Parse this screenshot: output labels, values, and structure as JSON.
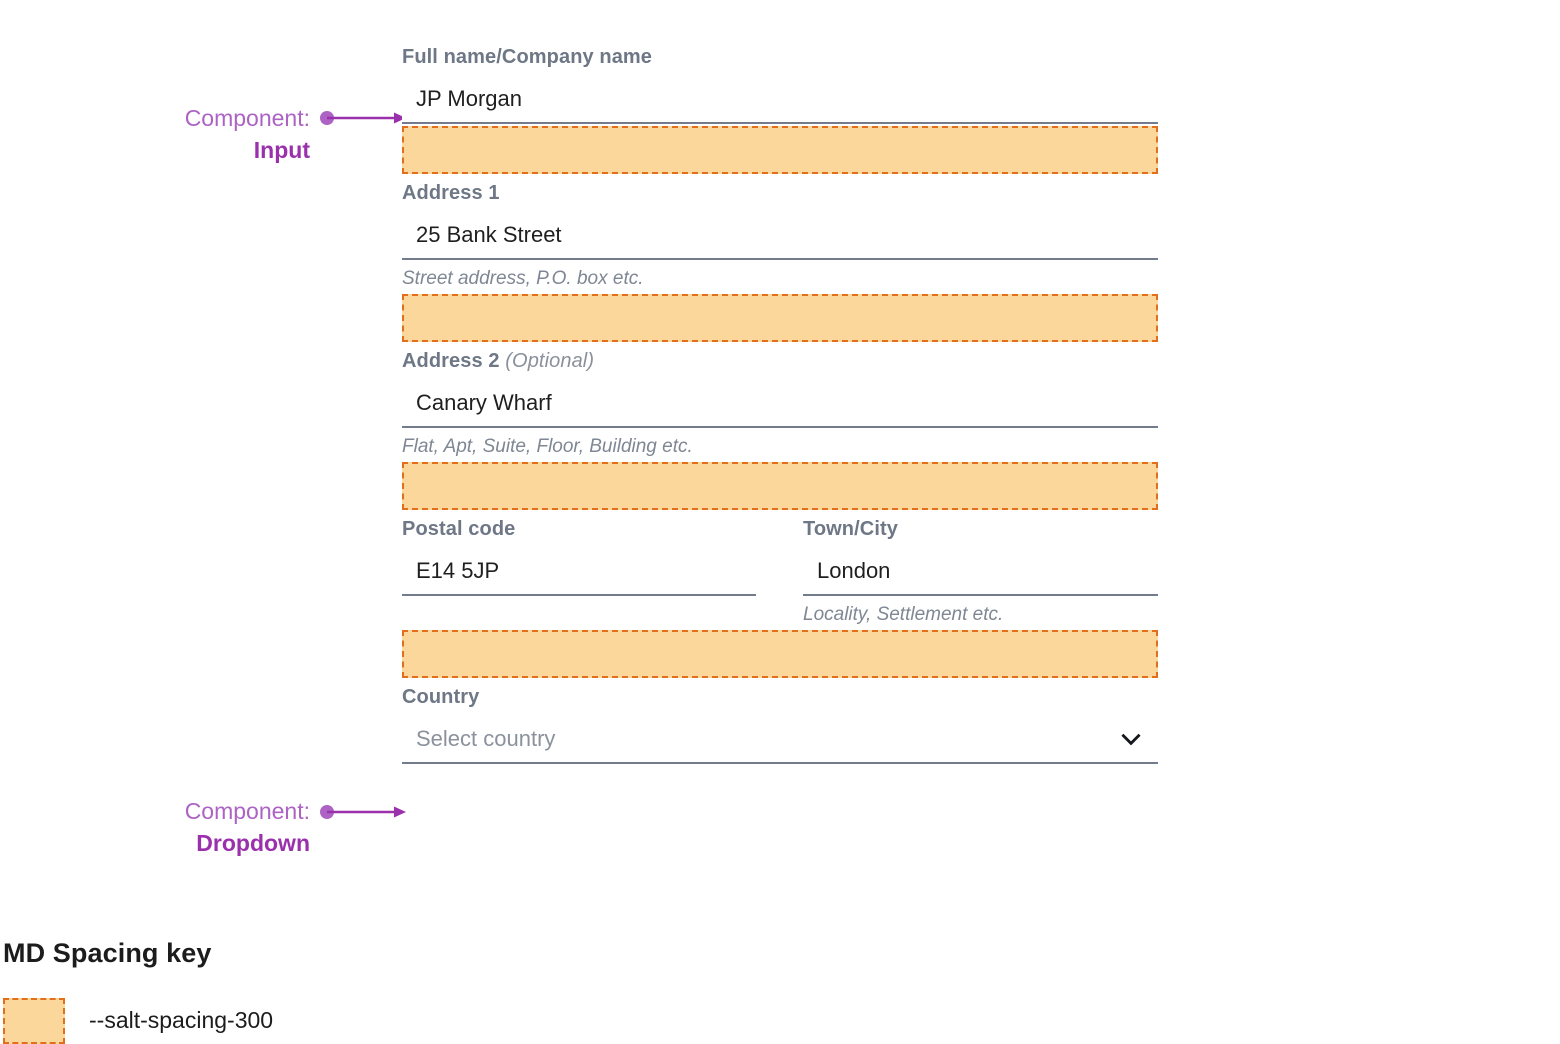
{
  "form": {
    "fields": [
      {
        "id": "full-name",
        "label": "Full name/Company name",
        "optional_suffix": "",
        "value": "JP Morgan",
        "helper": "",
        "type": "input"
      },
      {
        "id": "address-1",
        "label": "Address 1",
        "optional_suffix": "",
        "value": "25 Bank Street",
        "helper": "Street address, P.O. box etc.",
        "type": "input"
      },
      {
        "id": "address-2",
        "label": "Address 2",
        "optional_suffix": "(Optional)",
        "value": "Canary Wharf",
        "helper": "Flat, Apt, Suite, Floor, Building etc.",
        "type": "input"
      },
      {
        "id": "postal-code",
        "label": "Postal code",
        "optional_suffix": "",
        "value": "E14 5JP",
        "helper": "",
        "type": "input"
      },
      {
        "id": "town-city",
        "label": "Town/City",
        "optional_suffix": "",
        "value": "London",
        "helper": "Locality, Settlement etc.",
        "type": "input"
      },
      {
        "id": "country",
        "label": "Country",
        "optional_suffix": "",
        "value": "Select country",
        "placeholder": "Select country",
        "helper": "",
        "type": "dropdown",
        "icon": "chevron-down-icon"
      }
    ]
  },
  "annotations": [
    {
      "id": "input-annotation",
      "lead": "Component:",
      "strong": "Input"
    },
    {
      "id": "dropdown-annotation",
      "lead": "Component:",
      "strong": "Dropdown"
    }
  ],
  "spacing_key": {
    "title": "MD Spacing key",
    "token": "--salt-spacing-300"
  },
  "colors": {
    "spacer_fill": "#fcd79b",
    "spacer_border": "#e2701a",
    "annotation_lead": "#ad63c4",
    "annotation_strong": "#9b30ad",
    "label": "#6e7785",
    "helper": "#7e8793",
    "input_underline": "#727c8c",
    "input_value": "#1f1f1f",
    "placeholder": "#8b929c"
  }
}
